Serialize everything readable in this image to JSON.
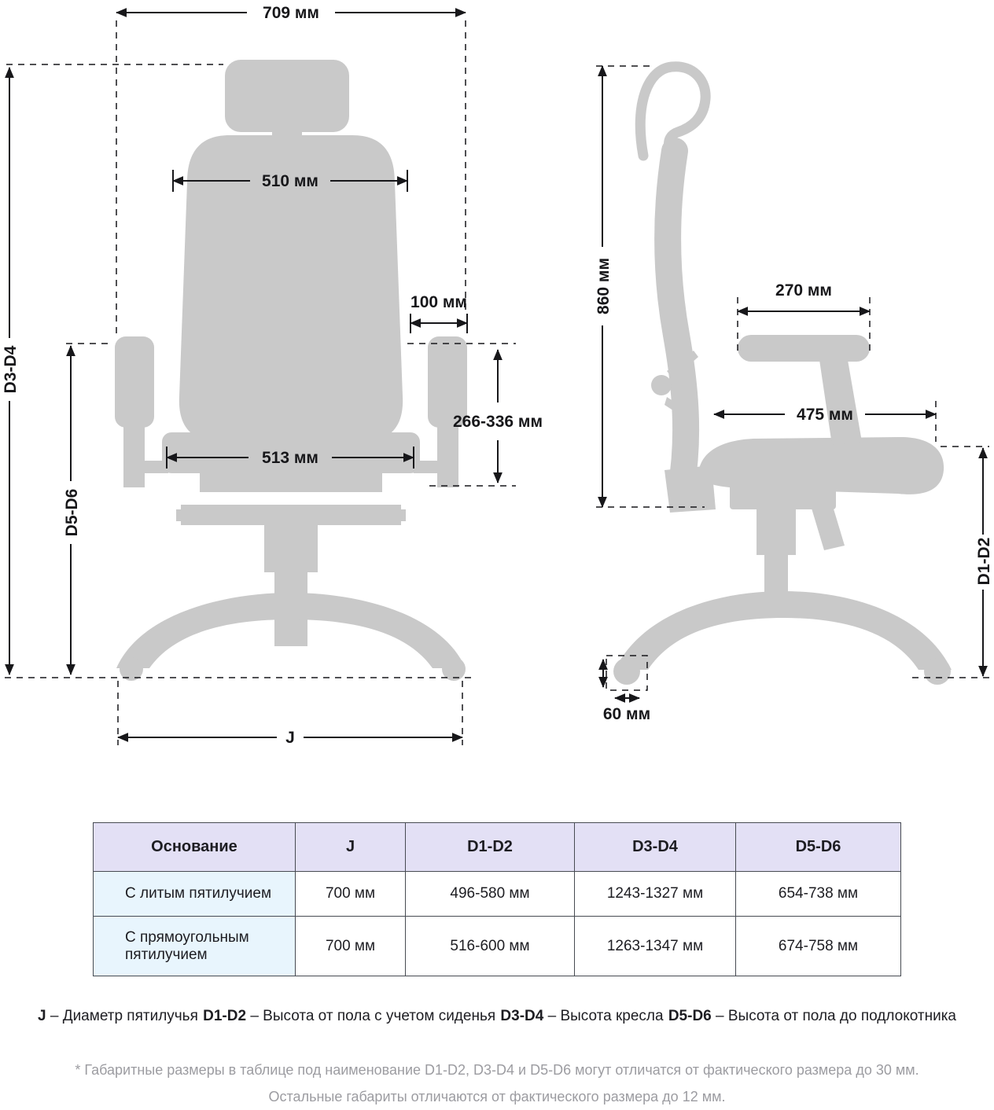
{
  "colors": {
    "chair_silhouette": "#c9c9c9",
    "dimension_lines": "#17171a",
    "table_header_bg": "#e3e0f5",
    "table_rowlabel_bg": "#e8f5fd",
    "table_border": "#474b52",
    "footnote_text": "#9c9ca1"
  },
  "front_view": {
    "overall_width": "709 мм",
    "backrest_width": "510 мм",
    "armrest_pad_width": "100 мм",
    "armrest_height_range": "266-336 мм",
    "seat_width": "513 мм",
    "height_label": "D3-D4",
    "floor_to_armrest_label": "D5-D6",
    "base_diameter_label": "J"
  },
  "side_view": {
    "backrest_height": "860 мм",
    "armrest_pad_length": "270 мм",
    "seat_depth": "475 мм",
    "floor_to_seat_label": "D1-D2",
    "caster_size": "60 мм"
  },
  "table": {
    "headers": [
      "Основание",
      "J",
      "D1-D2",
      "D3-D4",
      "D5-D6"
    ],
    "rows": [
      {
        "base": "С литым пятилучием",
        "j": "700 мм",
        "d1d2": "496-580 мм",
        "d3d4": "1243-1327 мм",
        "d5d6": "654-738 мм"
      },
      {
        "base": "С прямоугольным пятилучием",
        "j": "700 мм",
        "d1d2": "516-600 мм",
        "d3d4": "1263-1347 мм",
        "d5d6": "674-758 мм"
      }
    ]
  },
  "legend": [
    {
      "term": "J",
      "desc": "– Диаметр пятилучья"
    },
    {
      "term": "D1-D2",
      "desc": "– Высота от пола с учетом сиденья"
    },
    {
      "term": "D3-D4",
      "desc": "– Высота кресла"
    },
    {
      "term": "D5-D6",
      "desc": "– Высота от пола до подлокотника"
    }
  ],
  "footnote": {
    "line1": "* Габаритные размеры в таблице под наименование D1-D2, D3-D4 и D5-D6 могут отличатся от фактического размера до 30 мм.",
    "line2": "Остальные габариты отличаются от фактического размера до 12 мм."
  }
}
